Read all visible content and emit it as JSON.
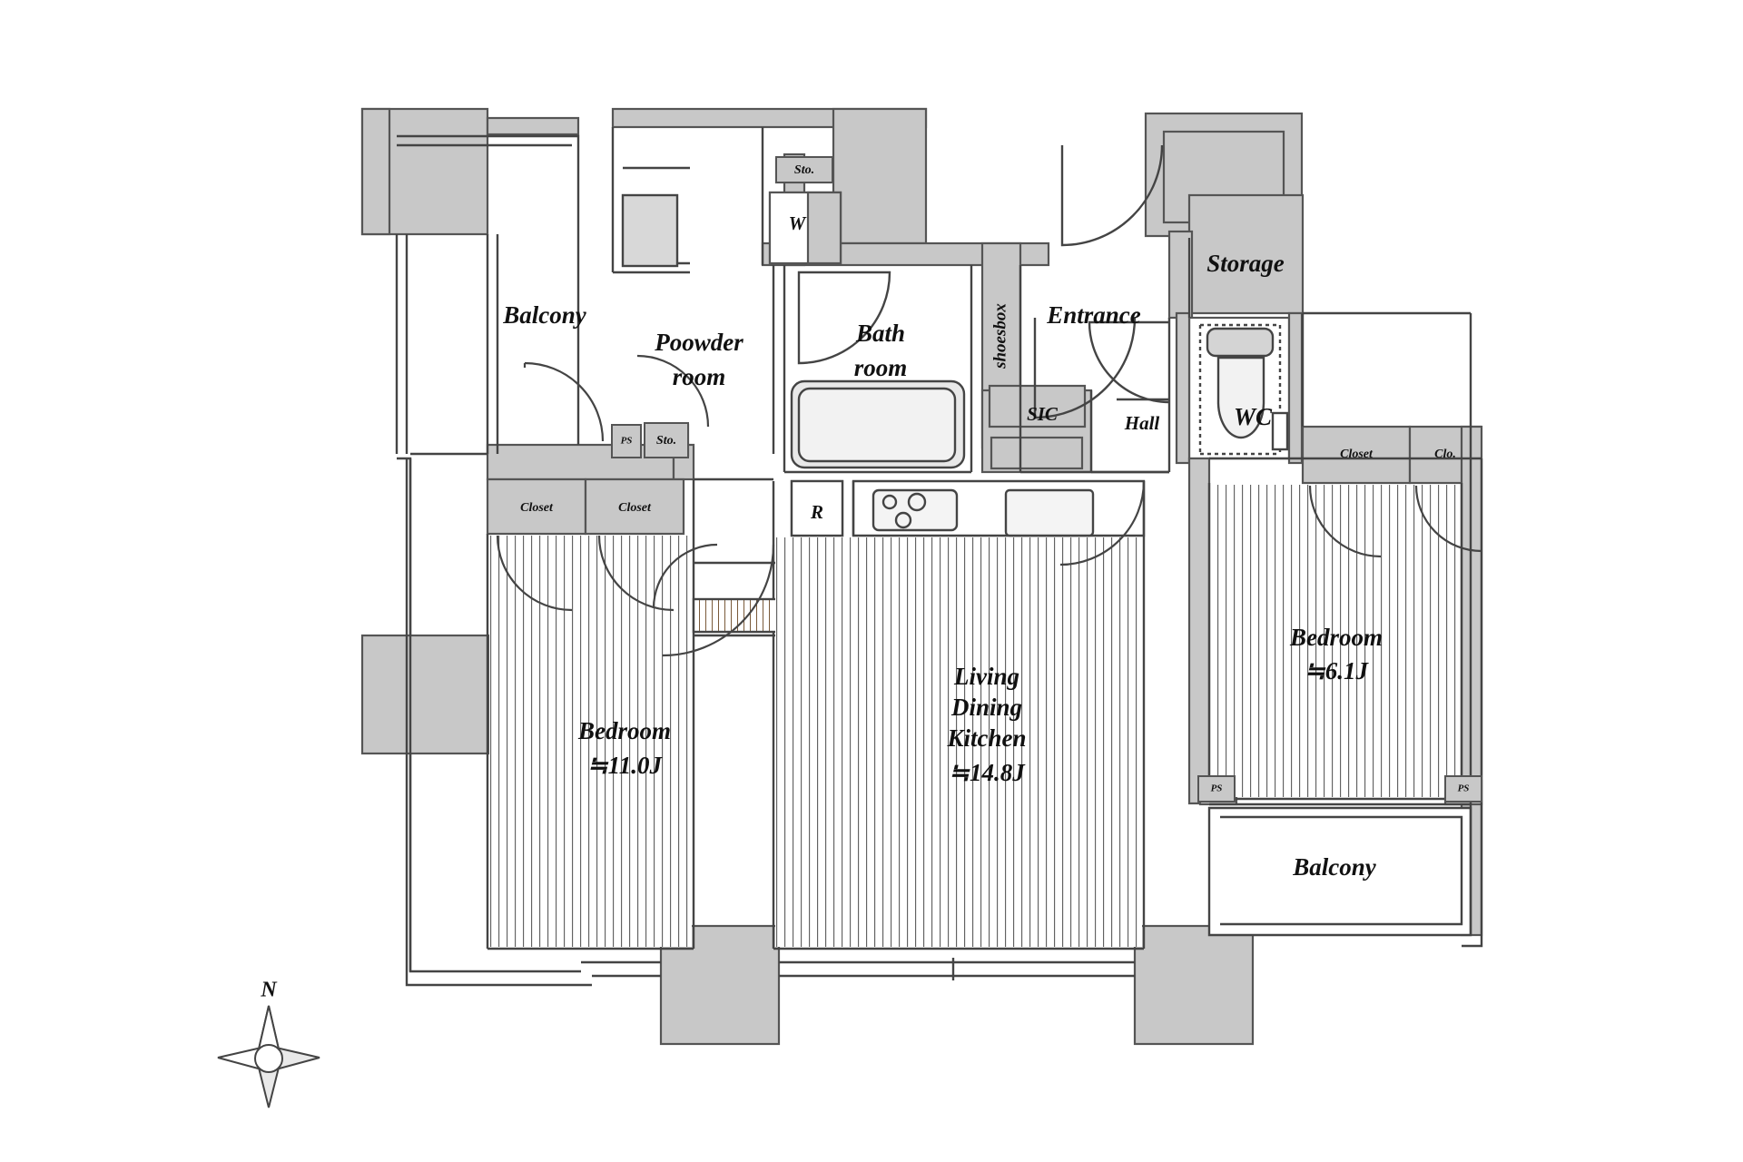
{
  "plan": {
    "type": "residential-floor-plan",
    "style": "japanese-apartment-madori",
    "colors": {
      "wall_fill": "#c8c8c8",
      "wall_stroke": "#555555",
      "line": "#444444",
      "hatch": "#5a5a5a",
      "background": "#ffffff",
      "text": "#111111"
    },
    "compass": {
      "label": "N"
    },
    "rooms": [
      {
        "id": "balcony-left",
        "label": "Balcony"
      },
      {
        "id": "powder-room",
        "label": "Poowder room",
        "line1": "Poowder",
        "line2": "room"
      },
      {
        "id": "bath-room",
        "label": "Bath room",
        "line1": "Bath",
        "line2": "room"
      },
      {
        "id": "entrance",
        "label": "Entrance"
      },
      {
        "id": "storage",
        "label": "Storage"
      },
      {
        "id": "wc",
        "label": "WC"
      },
      {
        "id": "hall",
        "label": "Hall"
      },
      {
        "id": "sic",
        "label": "SIC"
      },
      {
        "id": "shoesbox",
        "label": "shoesbox"
      },
      {
        "id": "bedroom-left",
        "label": "Bedroom",
        "area": "≒11.0J"
      },
      {
        "id": "living-dining-kitchen",
        "label_line1": "Living",
        "label_line2": "Dining",
        "label_line3": "Kitchen",
        "area": "≒14.8J"
      },
      {
        "id": "bedroom-right",
        "label": "Bedroom",
        "area": "≒6.1J"
      },
      {
        "id": "balcony-right",
        "label": "Balcony"
      }
    ],
    "closets": [
      {
        "id": "closet-bedroom-left-1",
        "label": "Closet"
      },
      {
        "id": "closet-bedroom-left-2",
        "label": "Closet"
      },
      {
        "id": "closet-bedroom-right-1",
        "label": "Closet"
      },
      {
        "id": "closet-bedroom-right-2",
        "label": "Clo."
      }
    ],
    "fixtures": [
      {
        "id": "storage-top",
        "label": "Sto."
      },
      {
        "id": "storage-ps-left",
        "label": "Sto."
      },
      {
        "id": "washer",
        "label": "W"
      },
      {
        "id": "refrigerator",
        "label": "R"
      },
      {
        "id": "ps-powder",
        "label": "PS"
      },
      {
        "id": "ps-balcony-left",
        "label": "PS"
      },
      {
        "id": "ps-balcony-right",
        "label": "PS"
      }
    ]
  }
}
